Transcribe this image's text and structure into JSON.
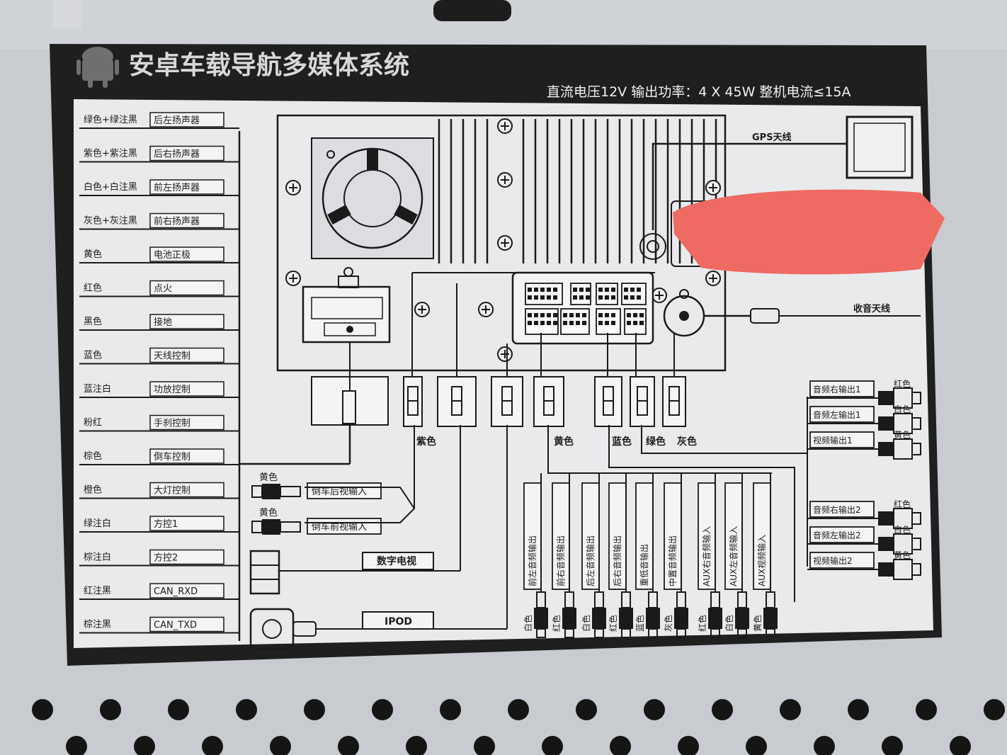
{
  "header": {
    "title": "安卓车载导航多媒体系统",
    "spec": "直流电压12V 输出功率：4 X 45W 整机电流≤15A"
  },
  "colors": {
    "label_bg": "#1f1f1f",
    "panel_bg": "#e9eaec",
    "line": "#1a1a1a",
    "redaction": "#ee6a63",
    "metal": "#c9ccd1"
  },
  "wires": [
    {
      "color": "绿色+绿注黑",
      "function": "后左扬声器"
    },
    {
      "color": "紫色+紫注黑",
      "function": "后右扬声器"
    },
    {
      "color": "白色+白注黑",
      "function": "前左扬声器"
    },
    {
      "color": "灰色+灰注黑",
      "function": "前右扬声器"
    },
    {
      "color": "黄色",
      "function": "电池正极"
    },
    {
      "color": "红色",
      "function": "点火"
    },
    {
      "color": "黑色",
      "function": "接地"
    },
    {
      "color": "蓝色",
      "function": "天线控制"
    },
    {
      "color": "蓝注白",
      "function": "功放控制"
    },
    {
      "color": "粉红",
      "function": "手刹控制"
    },
    {
      "color": "棕色",
      "function": "倒车控制"
    },
    {
      "color": "橙色",
      "function": "大灯控制"
    },
    {
      "color": "绿注白",
      "function": "方控1"
    },
    {
      "color": "棕注白",
      "function": "方控2"
    },
    {
      "color": "红注黑",
      "function": "CAN_RXD"
    },
    {
      "color": "棕注黑",
      "function": "CAN_TXD"
    }
  ],
  "antennas": {
    "gps": "GPS天线",
    "radio": "收音天线"
  },
  "connector_colors": [
    "紫色",
    "黄色",
    "蓝色",
    "绿色",
    "灰色"
  ],
  "inputs": [
    {
      "color": "黄色",
      "label": "倒车后视输入"
    },
    {
      "color": "黄色",
      "label": "倒车前视输入"
    }
  ],
  "digital_tv": "数字电视",
  "ipod": "IPOD",
  "outputs_group1": [
    {
      "label": "音频右输出1",
      "color": "红色"
    },
    {
      "label": "音频左输出1",
      "color": "白色"
    },
    {
      "label": "视频输出1",
      "color": "黄色"
    }
  ],
  "outputs_group2": [
    {
      "label": "音频右输出2",
      "color": "红色"
    },
    {
      "label": "音频左输出2",
      "color": "白色"
    },
    {
      "label": "视频输出2",
      "color": "黄色"
    }
  ],
  "bottom_rca": [
    {
      "label": "前左音频输出",
      "color": "白色"
    },
    {
      "label": "前右音频输出",
      "color": "红色"
    },
    {
      "label": "后左音频输出",
      "color": "白色"
    },
    {
      "label": "后右音频输出",
      "color": "红色"
    },
    {
      "label": "重低音输出",
      "color": "蓝色"
    },
    {
      "label": "中置音频输出",
      "color": "灰色"
    },
    {
      "label": "AUX右音频输入",
      "color": "红色"
    },
    {
      "label": "AUX左音频输入",
      "color": "白色"
    },
    {
      "label": "AUX视频输入",
      "color": "黄色"
    }
  ]
}
